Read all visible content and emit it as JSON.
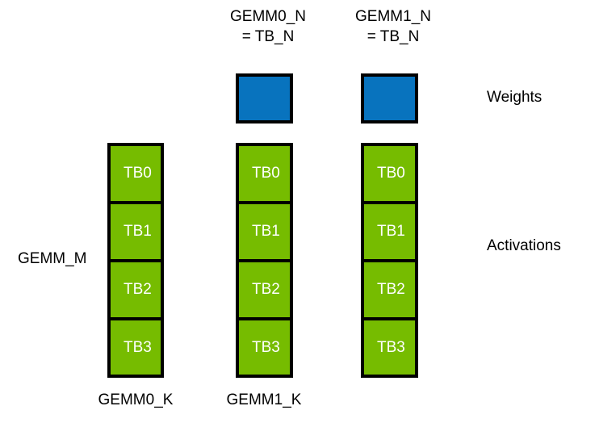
{
  "diagram": {
    "title_labels": {
      "gemm0_n": {
        "line1": "GEMM0_N",
        "line2": "= TB_N"
      },
      "gemm1_n": {
        "line1": "GEMM1_N",
        "line2": "= TB_N"
      }
    },
    "row_labels": {
      "weights": "Weights",
      "activations": "Activations"
    },
    "axis_labels": {
      "gemm_m": "GEMM_M",
      "gemm0_k": "GEMM0_K",
      "gemm1_k": "GEMM1_K"
    },
    "colors": {
      "weights_fill": "#0873be",
      "activations_fill": "#76bc00",
      "border": "#000000",
      "cell_text": "#ffffff",
      "background": "#ffffff"
    },
    "weight_blocks": [
      {
        "id": "gemm0-weights"
      },
      {
        "id": "gemm1-weights"
      }
    ],
    "activation_columns": [
      {
        "id": "gemm-m-column",
        "cells": [
          {
            "label": "TB0"
          },
          {
            "label": "TB1"
          },
          {
            "label": "TB2"
          },
          {
            "label": "TB3"
          }
        ]
      },
      {
        "id": "gemm0-k-column",
        "cells": [
          {
            "label": "TB0"
          },
          {
            "label": "TB1"
          },
          {
            "label": "TB2"
          },
          {
            "label": "TB3"
          }
        ]
      },
      {
        "id": "gemm1-k-column",
        "cells": [
          {
            "label": "TB0"
          },
          {
            "label": "TB1"
          },
          {
            "label": "TB2"
          },
          {
            "label": "TB3"
          }
        ]
      }
    ]
  }
}
